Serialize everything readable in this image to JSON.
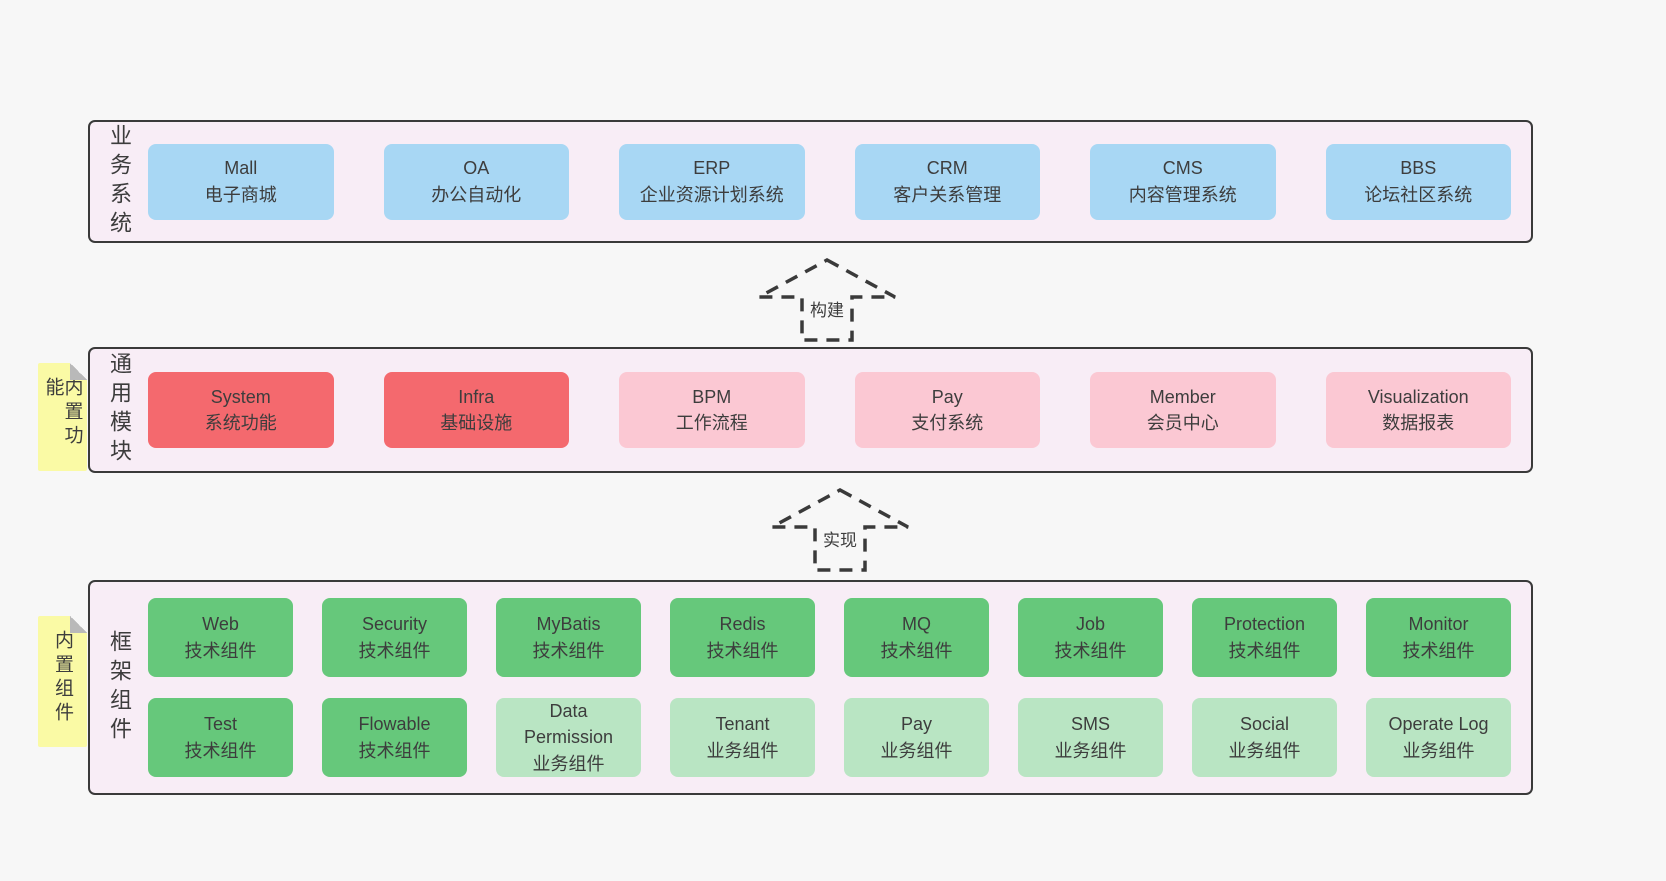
{
  "colors": {
    "page_bg": "#f7f7f7",
    "layer_bg": "#f8edf6",
    "layer_border": "#3a3a3a",
    "box_blue": "#a8d7f4",
    "box_red": "#f4696e",
    "box_pink": "#fbc8d3",
    "box_green": "#66c87b",
    "box_lightgreen": "#b9e5c3",
    "note_yellow": "#fafaa5",
    "note_fold_gray": "#b9b9b9",
    "text": "#3d3d3d"
  },
  "layers": [
    {
      "label": "业务系统",
      "boxes": [
        {
          "en": "Mall",
          "zh": "电子商城",
          "variant": "blue"
        },
        {
          "en": "OA",
          "zh": "办公自动化",
          "variant": "blue"
        },
        {
          "en": "ERP",
          "zh": "企业资源计划系统",
          "variant": "blue"
        },
        {
          "en": "CRM",
          "zh": "客户关系管理",
          "variant": "blue"
        },
        {
          "en": "CMS",
          "zh": "内容管理系统",
          "variant": "blue"
        },
        {
          "en": "BBS",
          "zh": "论坛社区系统",
          "variant": "blue"
        }
      ]
    },
    {
      "label": "通用模块",
      "note": "内置功能",
      "boxes": [
        {
          "en": "System",
          "zh": "系统功能",
          "variant": "red"
        },
        {
          "en": "Infra",
          "zh": "基础设施",
          "variant": "red"
        },
        {
          "en": "BPM",
          "zh": "工作流程",
          "variant": "pink"
        },
        {
          "en": "Pay",
          "zh": "支付系统",
          "variant": "pink"
        },
        {
          "en": "Member",
          "zh": "会员中心",
          "variant": "pink"
        },
        {
          "en": "Visualization",
          "zh": "数据报表",
          "variant": "pink"
        }
      ]
    },
    {
      "label": "框架组件",
      "note": "内置组件",
      "rows": [
        [
          {
            "en": "Web",
            "zh": "技术组件",
            "variant": "green"
          },
          {
            "en": "Security",
            "zh": "技术组件",
            "variant": "green"
          },
          {
            "en": "MyBatis",
            "zh": "技术组件",
            "variant": "green"
          },
          {
            "en": "Redis",
            "zh": "技术组件",
            "variant": "green"
          },
          {
            "en": "MQ",
            "zh": "技术组件",
            "variant": "green"
          },
          {
            "en": "Job",
            "zh": "技术组件",
            "variant": "green"
          },
          {
            "en": "Protection",
            "zh": "技术组件",
            "variant": "green"
          },
          {
            "en": "Monitor",
            "zh": "技术组件",
            "variant": "green"
          }
        ],
        [
          {
            "en": "Test",
            "zh": "技术组件",
            "variant": "green"
          },
          {
            "en": "Flowable",
            "zh": "技术组件",
            "variant": "green"
          },
          {
            "en": "Data Permission",
            "zh": "业务组件",
            "variant": "lightgreen"
          },
          {
            "en": "Tenant",
            "zh": "业务组件",
            "variant": "lightgreen"
          },
          {
            "en": "Pay",
            "zh": "业务组件",
            "variant": "lightgreen"
          },
          {
            "en": "SMS",
            "zh": "业务组件",
            "variant": "lightgreen"
          },
          {
            "en": "Social",
            "zh": "业务组件",
            "variant": "lightgreen"
          },
          {
            "en": "Operate Log",
            "zh": "业务组件",
            "variant": "lightgreen"
          }
        ]
      ]
    }
  ],
  "arrows": [
    {
      "label": "构建"
    },
    {
      "label": "实现"
    }
  ]
}
